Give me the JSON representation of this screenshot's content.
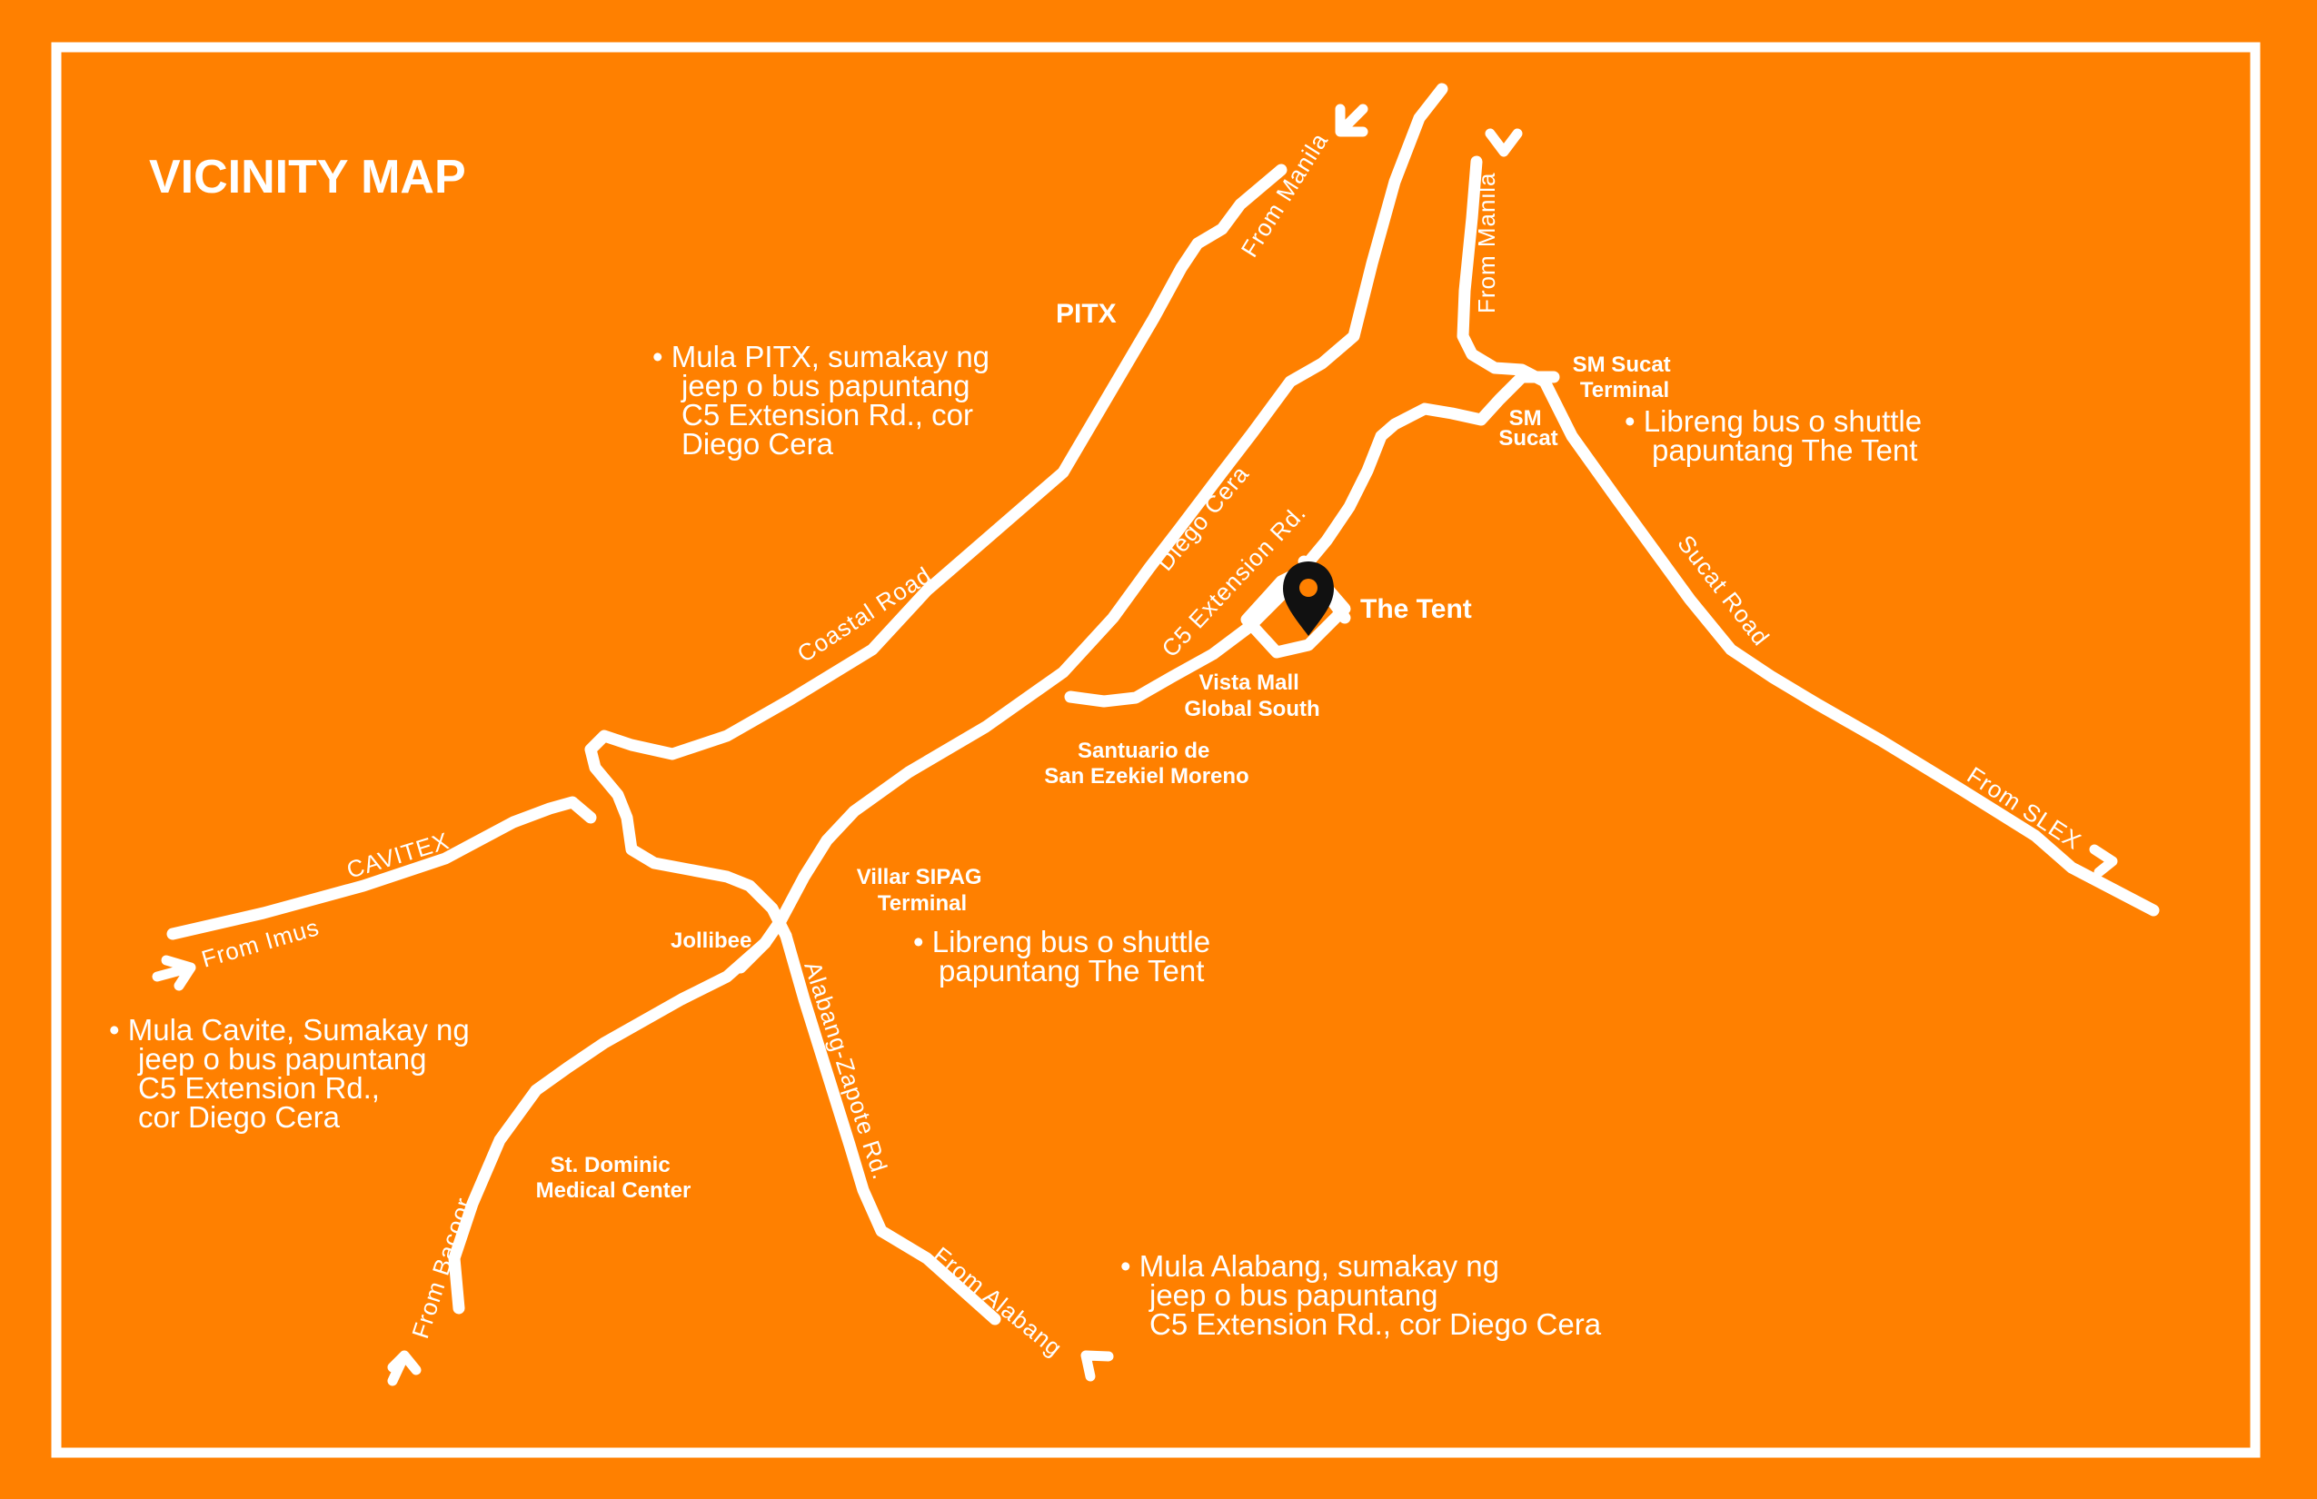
{
  "title": "VICINITY MAP",
  "colors": {
    "background": "#FF8000",
    "road": "#FFFFFF",
    "pin": "#111111"
  },
  "roads": {
    "coastal": "Coastal Road",
    "diego": "Diego Cera",
    "c5": "C5 Extension Rd.",
    "sucat": "Sucat Road",
    "cavitex": "CAVITEX",
    "alabang_zapote": "Alabang-Zapote Rd."
  },
  "directions": {
    "manila1": "From Manila",
    "manila2": "From Manila",
    "slex": "From SLEX",
    "imus": "From Imus",
    "bacoor": "From Bacoor",
    "alabang": "From Alabang"
  },
  "places": {
    "pitx": "PITX",
    "sm_sucat_terminal": [
      "SM Sucat",
      "Terminal"
    ],
    "sm_sucat": [
      "SM",
      "Sucat"
    ],
    "the_tent": "The Tent",
    "vista_mall": [
      "Vista Mall",
      "Global South"
    ],
    "santuario": [
      "Santuario de",
      "San Ezekiel Moreno"
    ],
    "villar": [
      "Villar SIPAG",
      "Terminal"
    ],
    "jollibee": "Jollibee",
    "st_dominic": [
      "St. Dominic",
      "Medical Center"
    ]
  },
  "notes": {
    "pitx": [
      "• Mula PITX, sumakay ng",
      "jeep o bus papuntang",
      "C5 Extension Rd., cor",
      "Diego Cera"
    ],
    "sm": [
      "• Libreng bus o shuttle",
      "papuntang The Tent"
    ],
    "villar": [
      "• Libreng bus o shuttle",
      "papuntang The Tent"
    ],
    "cavite": [
      "• Mula Cavite, Sumakay ng",
      "jeep o bus papuntang",
      "C5 Extension Rd.,",
      "cor Diego Cera"
    ],
    "alabang": [
      "• Mula Alabang, sumakay ng",
      "jeep o bus papuntang",
      "C5 Extension Rd., cor Diego Cera"
    ]
  },
  "icons": {
    "pin": "map-pin-icon",
    "arrow": "direction-arrow-icon"
  }
}
